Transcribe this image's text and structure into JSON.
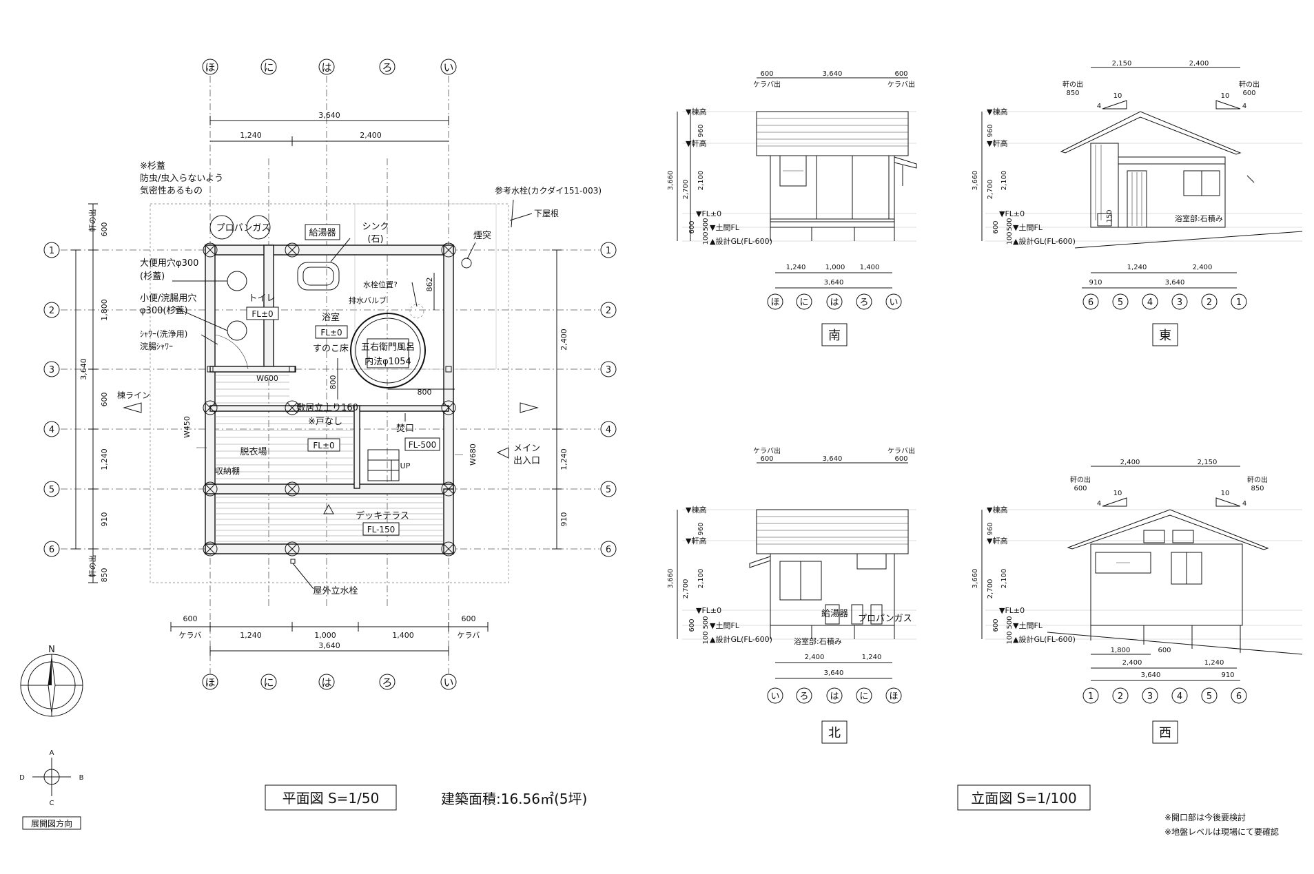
{
  "plan": {
    "grid_letters": [
      "ほ",
      "に",
      "は",
      "ろ",
      "い"
    ],
    "grid_numbers": [
      "1",
      "2",
      "3",
      "4",
      "5",
      "6"
    ],
    "dim_total": "3,640",
    "dim_top_a": "1,240",
    "dim_top_b": "2,400",
    "dim_bottom": [
      "1,240",
      "1,000",
      "1,400"
    ],
    "dim_eave_side": "600",
    "keraba": "ケラバ",
    "left_dims": [
      "600",
      "1,800",
      "600",
      "1,240",
      "910",
      "850"
    ],
    "left_total": "3,640",
    "right_dims": [
      "2,400",
      "1,240",
      "910"
    ],
    "noki_de": "軒の出",
    "notes_cedar": [
      "※杉蓋",
      "防虫/虫入らないよう",
      "気密性あるもの"
    ],
    "ref_faucet": "参考水栓(カクダイ151-003)",
    "lower_roof": "下屋根",
    "propane": "プロパンガス",
    "water_heater": "給湯器",
    "sink": "シンク",
    "sink_sub": "(石)",
    "chimney": "煙突",
    "toilet_hole_1": "大便用穴φ300",
    "toilet_hole_1b": "(杉蓋)",
    "toilet_hole_2": "小便/浣腸用穴",
    "toilet_hole_2b": "φ300(杉蓋)",
    "shower": "ｼｬﾜｰ(洗浄用)",
    "shower_b": "浣腸ｼｬﾜｰ",
    "toilet": "トイレ",
    "fl_0": "FL±0",
    "bathroom": "浴室",
    "sunoko": "すのこ床",
    "bath_name": "五右衛門風呂",
    "bath_size": "内法φ1054",
    "faucet_pos": "水栓位置?",
    "drain_valve": "排水バルブ",
    "dim_862": "862",
    "dim_800": "800",
    "w600": "W600",
    "w450": "W450",
    "w680": "W680",
    "ridge_line": "棟ライン",
    "sill": "敷居立上り160",
    "no_door": "※戸なし",
    "firebox": "焚口",
    "fl_m500": "FL-500",
    "dressing": "脱衣場",
    "storage": "収納棚",
    "up": "UP",
    "main_entrance_1": "メイン",
    "main_entrance_2": "出入口",
    "deck": "デッキテラス",
    "fl_m150": "FL-150",
    "outdoor_faucet": "屋外立水栓"
  },
  "compass": {
    "north": "N"
  },
  "dev_dir": {
    "a": "A",
    "b": "B",
    "c": "C",
    "d": "D",
    "label": "展開図方向"
  },
  "titles": {
    "plan": "平面図 S=1/50",
    "area": "建築面積:16.56㎡(5坪)",
    "elev": "立面図 S=1/100",
    "note1": "※開口部は今後要検討",
    "note2": "※地盤レベルは現場にて要確認"
  },
  "elev": {
    "south": "南",
    "east": "東",
    "north": "北",
    "west": "西",
    "mune": "▼棟高",
    "noki": "▼軒高",
    "fl": "▼FL±0",
    "doma": "▼土間FL",
    "gl": "▲設計GL(FL-600)",
    "keraba_de": "ケラバ出",
    "noki_de": "軒の出",
    "h_3660": "3,660",
    "h_960": "960",
    "h_2100": "2,100",
    "h_2700": "2,700",
    "h_600": "600",
    "h_100": "100",
    "h_500": "500",
    "d_600": "600",
    "d_850": "850",
    "d_3640": "3,640",
    "d_1240": "1,240",
    "d_1000": "1,000",
    "d_1400": "1,400",
    "d_2150": "2,150",
    "d_2400": "2,400",
    "d_910": "910",
    "d_1800": "1,800",
    "slope_10": "10",
    "slope_4": "4",
    "bath_stone": "浴室部:石積み",
    "kyuto": "給湯器",
    "propane": "プロパンガス",
    "south_axes": [
      "ほ",
      "に",
      "は",
      "ろ",
      "い"
    ],
    "east_axes": [
      "6",
      "5",
      "4",
      "3",
      "2",
      "1"
    ],
    "north_axes": [
      "い",
      "ろ",
      "は",
      "に",
      "ほ"
    ],
    "west_axes": [
      "1",
      "2",
      "3",
      "4",
      "5",
      "6"
    ],
    "d_150": "150"
  }
}
